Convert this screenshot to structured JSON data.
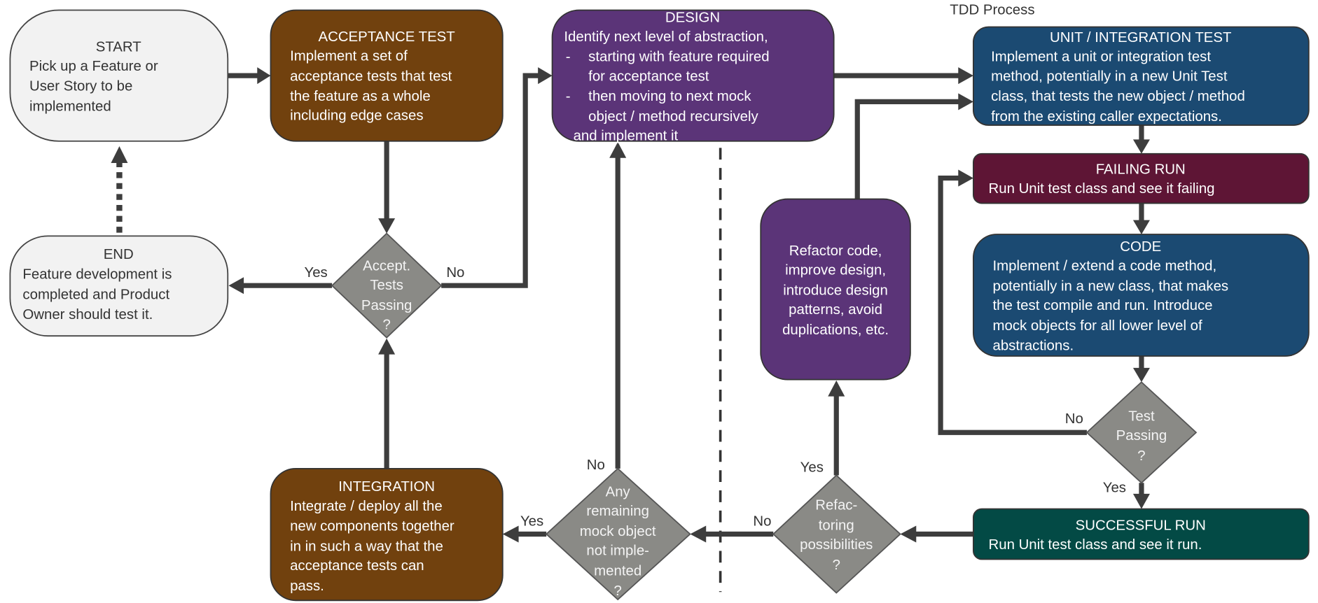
{
  "title": "TDD Process",
  "colors": {
    "start_end": "#f2f2f2",
    "acceptance": "#71410e",
    "design": "#5b3478",
    "unit": "#1b4a72",
    "failing": "#5e1535",
    "successful": "#034a45",
    "decision": "#8a8a86",
    "connector": "#3d3d3d"
  },
  "nodes": {
    "start": {
      "title": "START",
      "lines": [
        "Pick up a Feature or",
        "User Story to be",
        "implemented"
      ]
    },
    "acceptance": {
      "title": "ACCEPTANCE TEST",
      "lines": [
        "Implement  a set of",
        "acceptance tests that test",
        "the feature as a whole",
        "including edge cases"
      ]
    },
    "design": {
      "title": "DESIGN",
      "lines": [
        "Identify next level of abstraction,",
        "-",
        "starting with feature required",
        "for acceptance test",
        "-",
        "then moving to next mock",
        "object / method recursively",
        "and implement it"
      ]
    },
    "unit": {
      "title": "UNIT / INTEGRATION TEST",
      "lines": [
        "Implement  a unit or integration test",
        "method, potentially in a new Unit Test",
        "class, that tests the new object / method",
        "from the existing caller expectations."
      ]
    },
    "failing": {
      "title": "FAILING RUN",
      "lines": [
        "Run Unit test class and see it failing"
      ]
    },
    "code": {
      "title": "CODE",
      "lines": [
        "Implement  / extend a code method,",
        "potentially in a new class, that makes",
        "the test compile and run. Introduce",
        "mock objects for all lower level of",
        "abstractions."
      ]
    },
    "successful": {
      "title": "SUCCESSFUL RUN",
      "lines": [
        "Run Unit test class and see it run."
      ]
    },
    "refactor": {
      "lines": [
        "Refactor code,",
        "improve design,",
        "introduce design",
        "patterns, avoid",
        "duplications, etc."
      ]
    },
    "integration": {
      "title": "INTEGRATION",
      "lines": [
        "Integrate / deploy all the",
        "new components together",
        "in in such a way that the",
        "acceptance tests can",
        "pass."
      ]
    },
    "end": {
      "title": "END",
      "lines": [
        "Feature development is",
        "completed and Product",
        "Owner should test it."
      ]
    }
  },
  "decisions": {
    "accept": {
      "lines": [
        "Accept.",
        "Tests",
        "Passing",
        "?"
      ],
      "yes": "Yes",
      "no": "No"
    },
    "test_passing": {
      "lines": [
        "Test",
        "Passing",
        "?"
      ],
      "yes": "Yes",
      "no": "No"
    },
    "refactoring": {
      "lines": [
        "Refac-",
        "toring",
        "possibilities",
        "?"
      ],
      "yes": "Yes",
      "no": "No"
    },
    "remaining": {
      "lines": [
        "Any",
        "remaining",
        "mock object",
        "not imple-",
        "mented",
        "?"
      ],
      "yes": "Yes",
      "no": "No"
    }
  }
}
